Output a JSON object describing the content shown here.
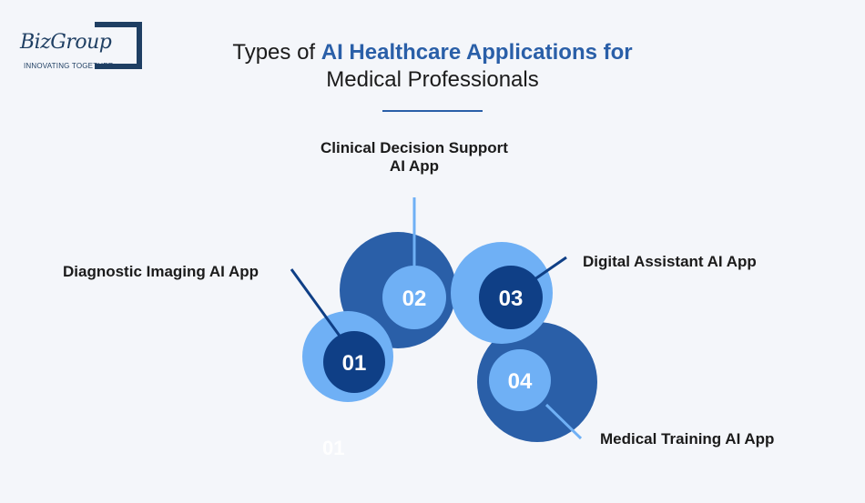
{
  "logo": {
    "name": "BizGroup",
    "tagline": "INNOVATING TOGETHER"
  },
  "title": {
    "line1_prefix": "Types of ",
    "line1_highlight": "AI Healthcare Applications for",
    "line2": "Medical Professionals"
  },
  "items": [
    {
      "number": "01",
      "label": "Diagnostic Imaging AI App"
    },
    {
      "number": "02",
      "label_line1": "Clinical Decision Support",
      "label_line2": "AI App"
    },
    {
      "number": "03",
      "label": "Digital Assistant AI App"
    },
    {
      "number": "04",
      "label": "Medical Training AI App"
    }
  ],
  "ghost_number": "01",
  "colors": {
    "dark_blue": "#0f3f86",
    "mid_blue": "#2a5fa8",
    "light_blue": "#6fb0f5",
    "text": "#1b1b1b"
  }
}
